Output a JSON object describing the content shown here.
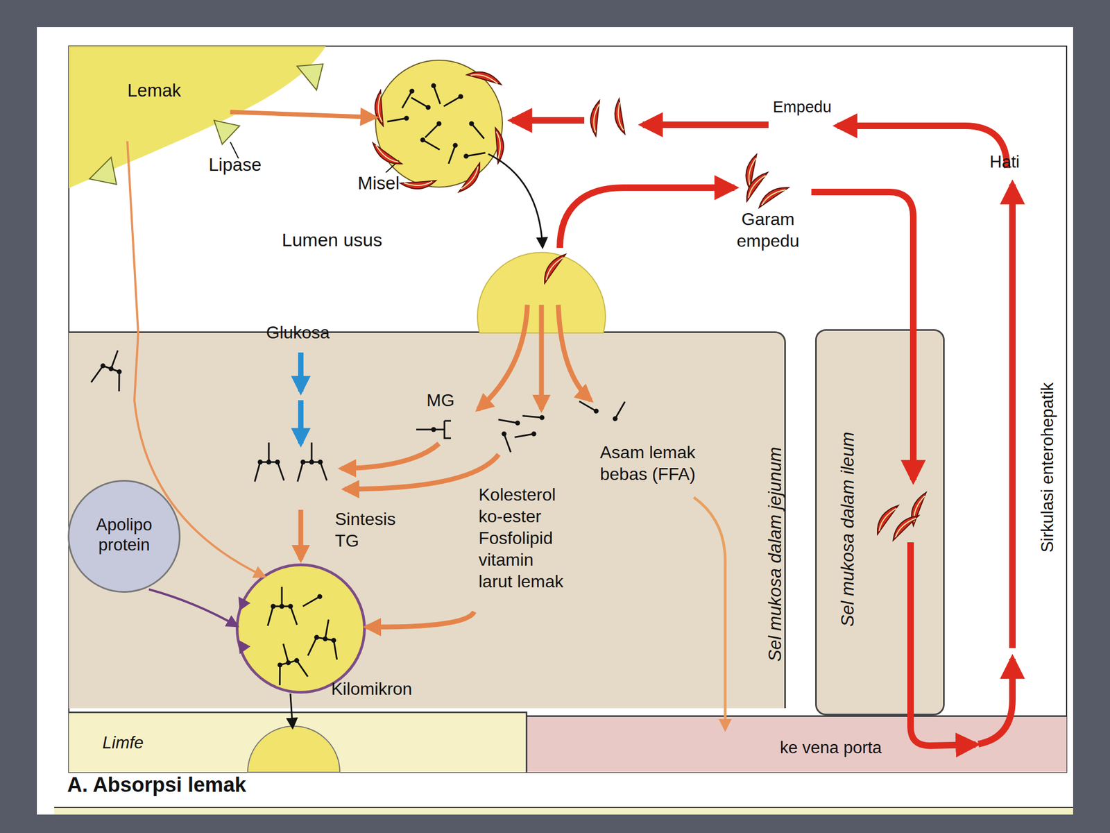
{
  "diagram": {
    "title": "A. Absorpsi lemak",
    "nodes": [
      {
        "text": [
          "Lemak"
        ]
      },
      {
        "text": [
          "Misel"
        ]
      },
      {
        "text": [
          "Sel mukosa dalam jejunum"
        ]
      },
      {
        "text": [
          "Apolipo protein"
        ],
        "in": 2
      },
      {
        "text": [
          "Kilomikron"
        ],
        "in": 2
      },
      {
        "text": [
          "Sel mukosa dalam ileum"
        ]
      },
      {
        "text": [
          "Limfe"
        ]
      },
      {
        "text": [
          "ke vena porta"
        ]
      }
    ],
    "edges": [
      {
        "from": 0,
        "to": 1,
        "arrow": "to"
      },
      {
        "from": 0,
        "to": 4,
        "arrow": "to"
      },
      {
        "from": 3,
        "to": 4,
        "arrow": "to"
      },
      {
        "from": 4,
        "to": 6,
        "arrow": "to"
      }
    ],
    "labels": [
      "Lipase",
      "Empedu",
      "Hati",
      "Lumen usus",
      "Garam empedu",
      "Glukosa",
      "MG",
      "Sintesis TG",
      "Kolesterol ko-ester Fosfolipid vitamin larut lemak",
      "Asam lemak bebas (FFA)",
      "Sirkulasi enterohepatik"
    ]
  }
}
